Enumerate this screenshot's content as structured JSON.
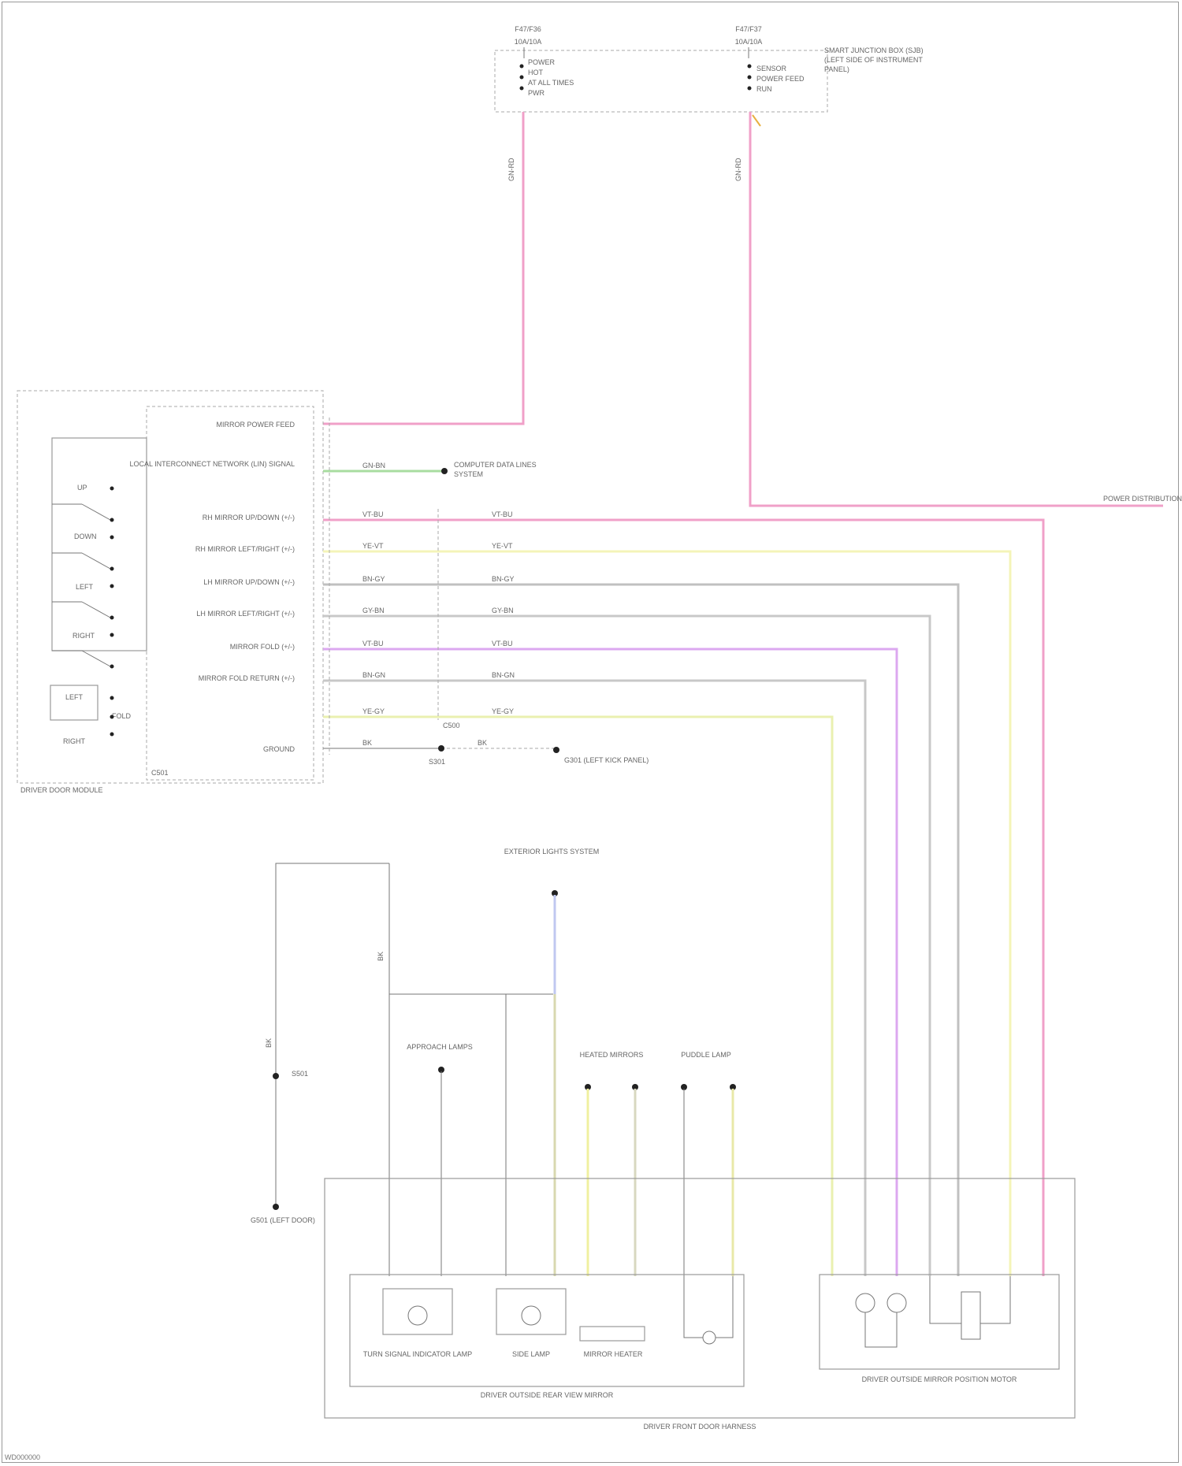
{
  "diagram": {
    "fuses": [
      {
        "id": "fuse-a",
        "label": "F47/F36",
        "rating": "10A/10A"
      },
      {
        "id": "fuse-b",
        "label": "F47/F37",
        "rating": "10A/10A"
      }
    ],
    "fuse_block_note": "SMART JUNCTION BOX (SJB) (LEFT SIDE OF INSTRUMENT PANEL)",
    "fuse_box_text_left": [
      "POWER",
      "HOT",
      "AT ALL TIMES",
      "PWR"
    ],
    "fuse_box_text_right": [
      "SENSOR",
      "POWER FEED",
      "RUN"
    ],
    "module_name": "DRIVER DOOR MODULE",
    "module_connector": "C501",
    "switch_names": [
      "UP",
      "DOWN",
      "LEFT",
      "RIGHT"
    ],
    "selector_names": [
      "LEFT",
      "RIGHT"
    ],
    "selector_extra": "FOLD",
    "pin_functions": [
      "MIRROR POWER FEED",
      "LOCAL INTERCONNECT NETWORK (LIN) SIGNAL",
      "RH MIRROR UP/DOWN (+/-)",
      "RH MIRROR LEFT/RIGHT (+/-)",
      "LH MIRROR UP/DOWN (+/-)",
      "LH MIRROR LEFT/RIGHT (+/-)",
      "MIRROR FOLD (+/-)",
      "MIRROR FOLD RETURN (+/-)",
      "GROUND"
    ],
    "wire_codes": [
      "GN-RD",
      "GN-BN",
      "VT-BU",
      "YE-VT",
      "BN-GY",
      "GY-BN",
      "VT-BU",
      "BN-GN",
      "YE-GY",
      "BK"
    ],
    "lin_target": "COMPUTER DATA LINES SYSTEM",
    "ground_main": "G301 (LEFT KICK PANEL)",
    "ground_door": "G501 (LEFT DOOR)",
    "splice_ground": "S301",
    "splice_door": "S501",
    "connector_inline": "C500",
    "feed_off_page": "POWER DISTRIBUTION",
    "exterior_lights": "EXTERIOR LIGHTS SYSTEM",
    "puddle_lamp_note": "PUDDLE LAMP",
    "heated_mirror_note": "HEATED MIRRORS",
    "approach_note": "APPROACH LAMPS",
    "heater_label": "MIRROR HEATER",
    "indicator_a": "TURN SIGNAL INDICATOR LAMP",
    "indicator_b": "SIDE LAMP",
    "mirror_left_assembly": "DRIVER OUTSIDE REAR VIEW MIRROR",
    "mirror_motor_label": "DRIVER OUTSIDE MIRROR POSITION MOTOR",
    "door_harness": "DRIVER FRONT DOOR HARNESS",
    "footer_code": "WD000000"
  }
}
